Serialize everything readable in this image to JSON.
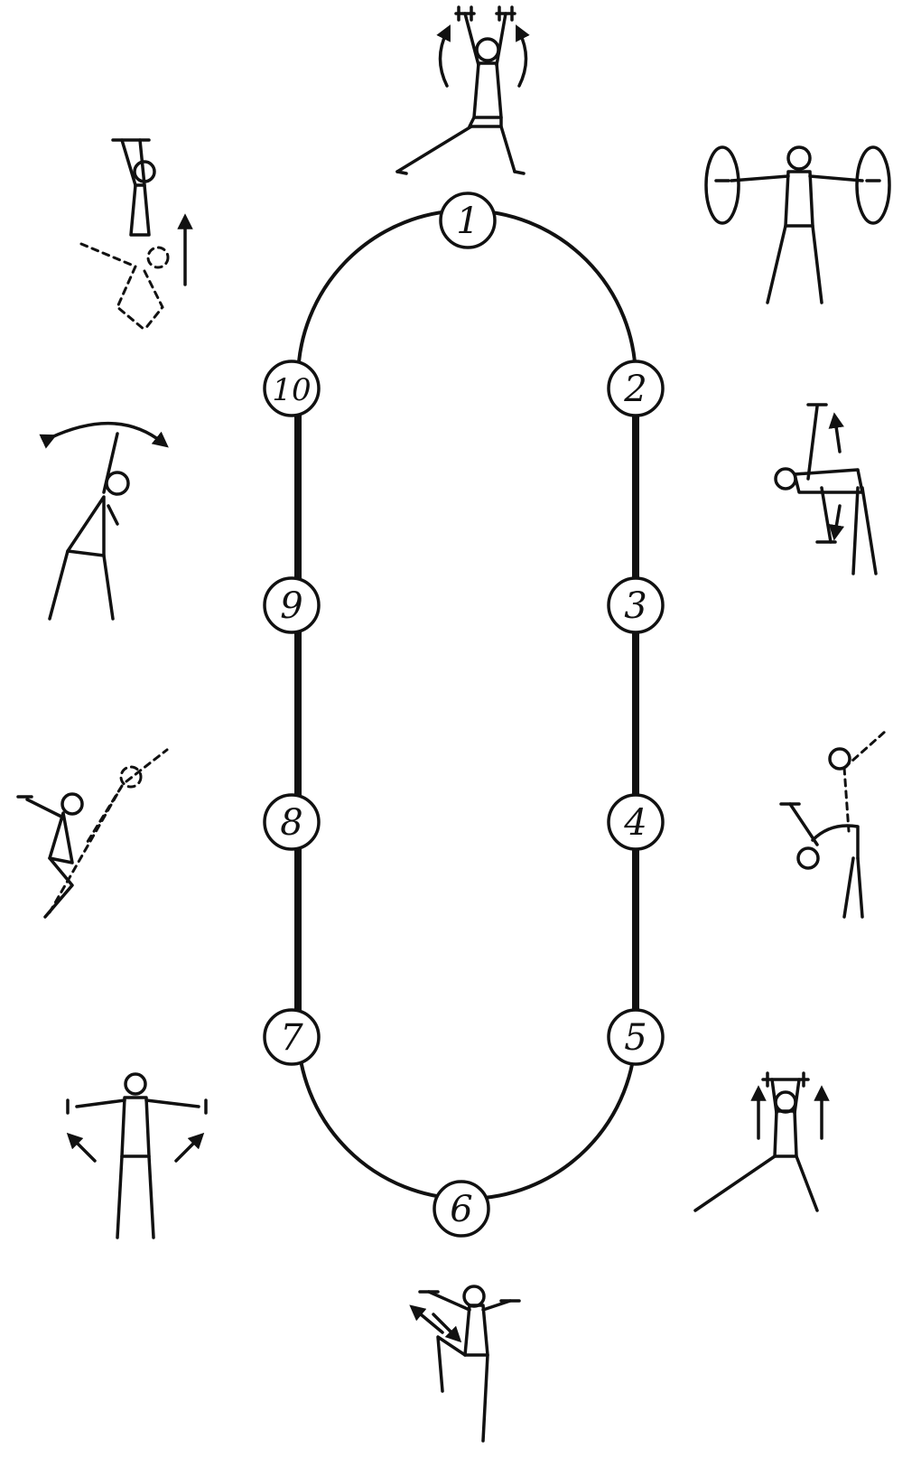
{
  "diagram": {
    "type": "exercise-circuit",
    "stations": [
      {
        "id": 1,
        "label": "1",
        "exercise_icon": "lunge-overhead-dumbbell-circles-icon"
      },
      {
        "id": 2,
        "label": "2",
        "exercise_icon": "arm-circles-side-raise-icon"
      },
      {
        "id": 3,
        "label": "3",
        "exercise_icon": "standing-forward-bend-dumbbell-icon"
      },
      {
        "id": 4,
        "label": "4",
        "exercise_icon": "bent-over-twist-dumbbell-icon"
      },
      {
        "id": 5,
        "label": "5",
        "exercise_icon": "side-lunge-overhead-press-icon"
      },
      {
        "id": 6,
        "label": "6",
        "exercise_icon": "knee-raise-twist-dumbbell-icon"
      },
      {
        "id": 7,
        "label": "7",
        "exercise_icon": "lateral-raise-standing-icon"
      },
      {
        "id": 8,
        "label": "8",
        "exercise_icon": "squat-to-diagonal-reach-icon"
      },
      {
        "id": 9,
        "label": "9",
        "exercise_icon": "side-bend-overhead-arc-icon"
      },
      {
        "id": 10,
        "label": "10",
        "exercise_icon": "squat-to-overhead-press-icon"
      }
    ],
    "track_shape": "stadium-loop",
    "line_color": "#111111",
    "background_color": "#ffffff"
  }
}
